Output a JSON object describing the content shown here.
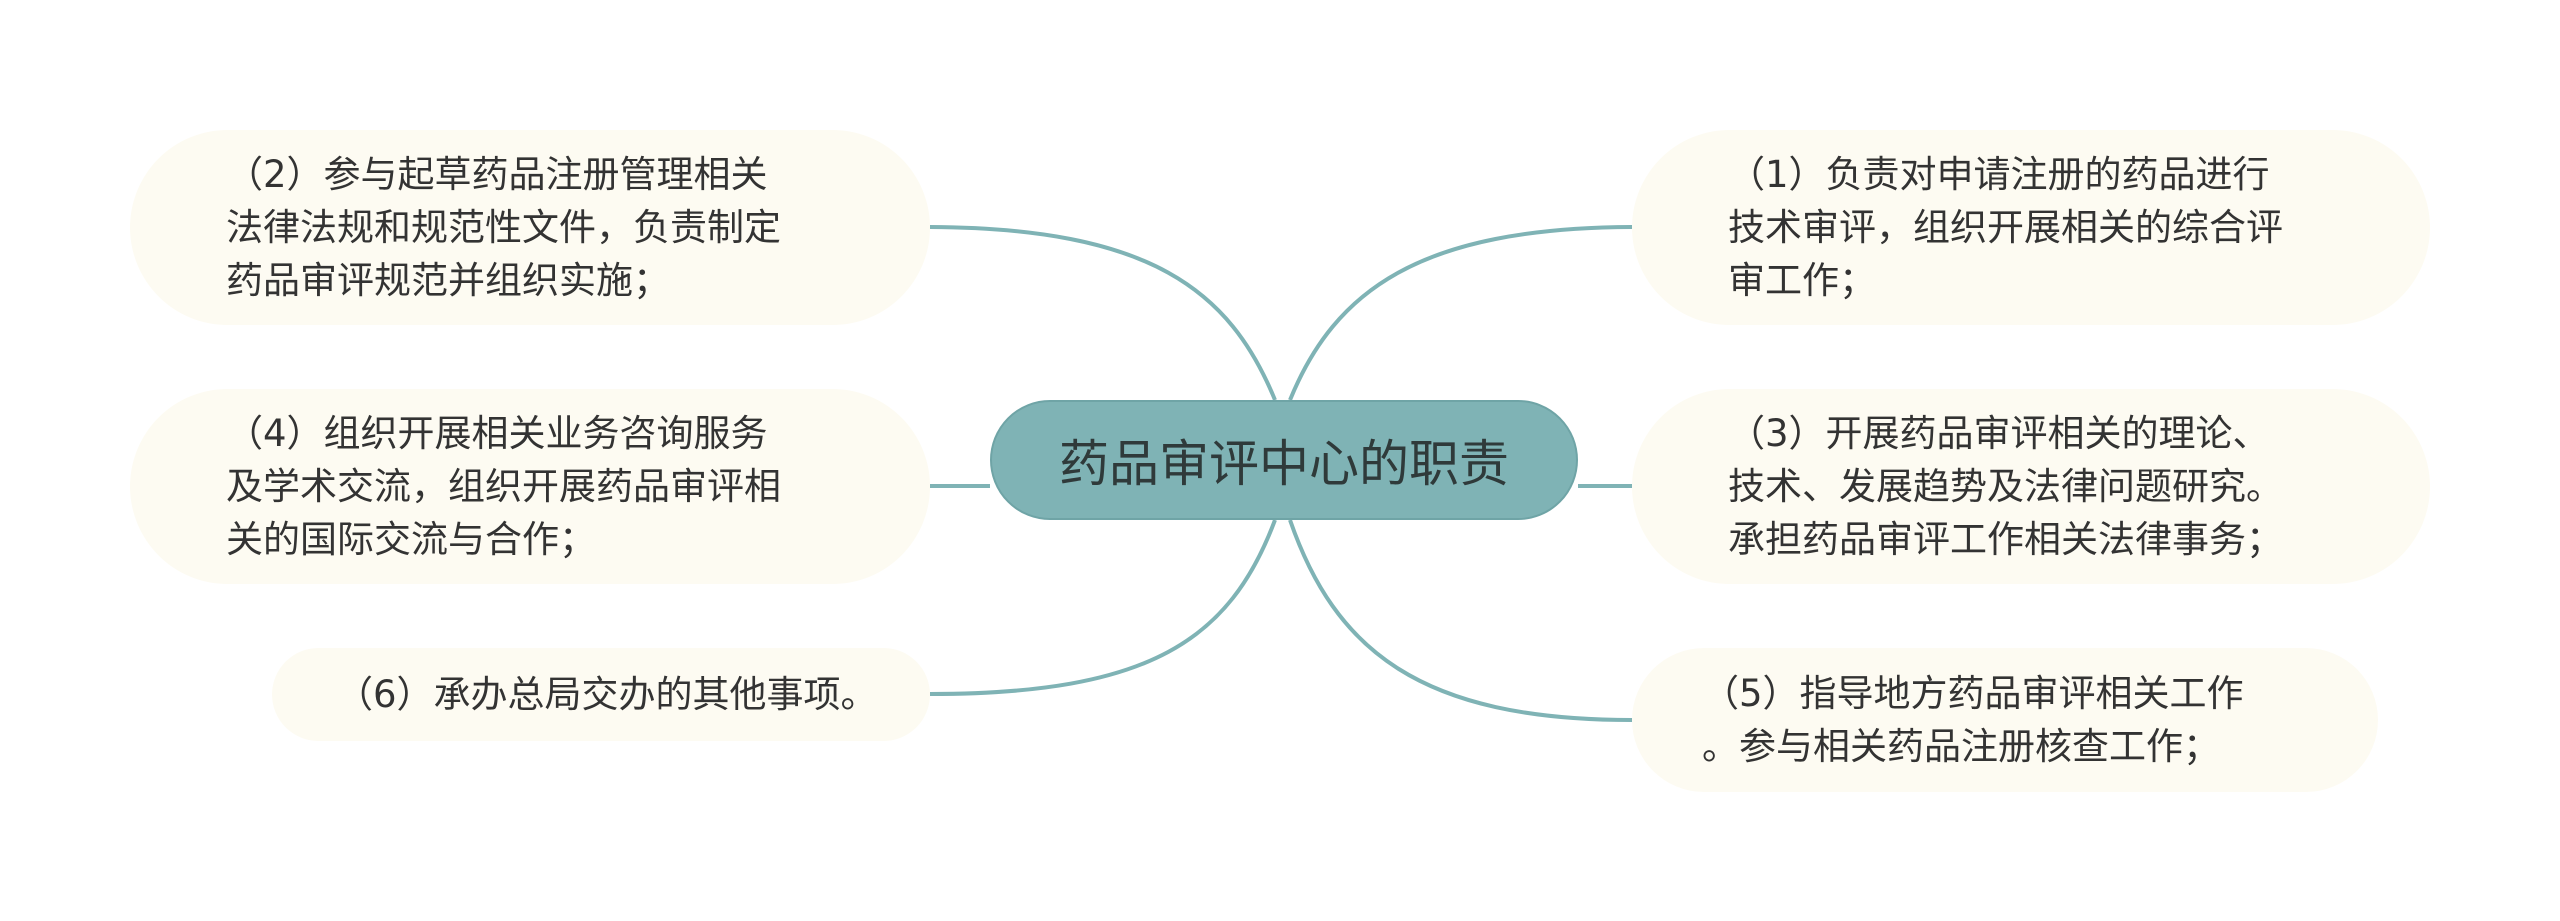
{
  "diagram": {
    "center": {
      "text": "药品审评中心的职责"
    },
    "colors": {
      "connector": "#7fb3b5",
      "center_fill": "#7fb3b5",
      "node_fill": "#fdfbf2",
      "text": "#333333"
    },
    "nodes": [
      {
        "id": "n2",
        "side": "left",
        "text": "（2）参与起草药品注册管理相关\n法律法规和规范性文件，负责制定\n药品审评规范并组织实施；"
      },
      {
        "id": "n4",
        "side": "left",
        "text": "（4）组织开展相关业务咨询服务\n及学术交流，组织开展药品审评相\n关的国际交流与合作；"
      },
      {
        "id": "n6",
        "side": "left",
        "text": "（6）承办总局交办的其他事项。"
      },
      {
        "id": "n1",
        "side": "right",
        "text": "（1）负责对申请注册的药品进行\n技术审评，组织开展相关的综合评\n审工作；"
      },
      {
        "id": "n3",
        "side": "right",
        "text": "（3）开展药品审评相关的理论、\n技术、发展趋势及法律问题研究。\n承担药品审评工作相关法律事务；"
      },
      {
        "id": "n5",
        "side": "right",
        "text": "（5）指导地方药品审评相关工作\n。参与相关药品注册核查工作；"
      }
    ]
  }
}
